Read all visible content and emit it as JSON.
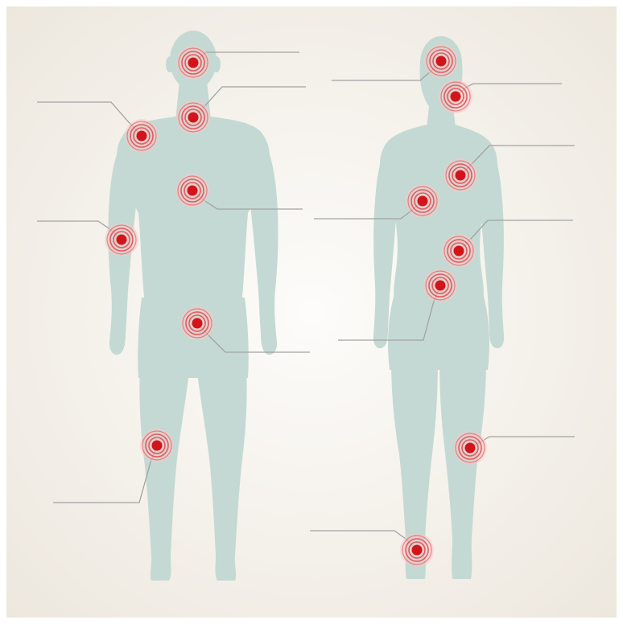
{
  "colors": {
    "background_center": "#fdfcfa",
    "background_edge": "#ece6dc",
    "frame": "#ffffff",
    "silhouette": "#c4d9d3",
    "pain_dot": "#d3141a",
    "pain_ring": "#e0474b",
    "pain_glow": "#f7c9c9",
    "leader_line": "#a3a3a3"
  },
  "figures": [
    {
      "id": "male",
      "pain_points": [
        {
          "id": "head",
          "side": "right"
        },
        {
          "id": "neck",
          "side": "right"
        },
        {
          "id": "left-shoulder",
          "side": "left"
        },
        {
          "id": "chest",
          "side": "right"
        },
        {
          "id": "left-elbow",
          "side": "left"
        },
        {
          "id": "hip",
          "side": "right"
        },
        {
          "id": "left-knee",
          "side": "left"
        }
      ]
    },
    {
      "id": "female",
      "pain_points": [
        {
          "id": "head",
          "side": "left"
        },
        {
          "id": "neck",
          "side": "right"
        },
        {
          "id": "left-breast",
          "side": "right"
        },
        {
          "id": "right-chest",
          "side": "left"
        },
        {
          "id": "stomach",
          "side": "right"
        },
        {
          "id": "lower-abdomen",
          "side": "left"
        },
        {
          "id": "right-knee",
          "side": "right"
        },
        {
          "id": "left-ankle",
          "side": "left"
        }
      ]
    }
  ]
}
